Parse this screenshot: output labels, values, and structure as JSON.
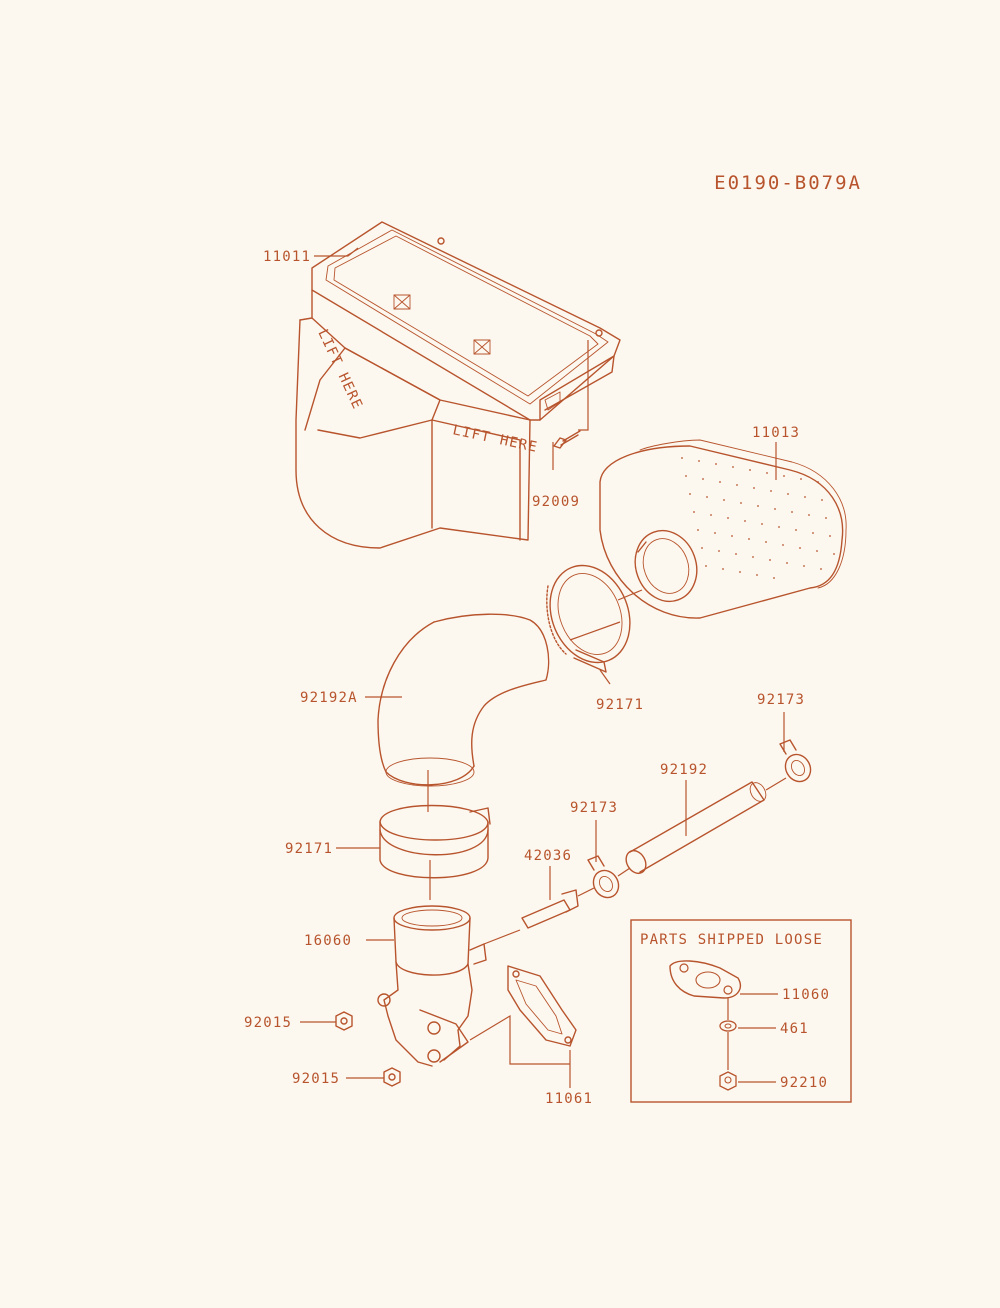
{
  "diagram_id": "E0190-B079A",
  "colors": {
    "ink": "#b8542d",
    "paper": "#fcf8ef"
  },
  "parts": {
    "air_cleaner_case": "11011",
    "bolt": "92009",
    "element": "11013",
    "clamp_upper": "92171",
    "hose_elbow": "92192A",
    "clamp_lower": "92171",
    "clamp_small_right": "92173",
    "hose_breather": "92192",
    "clamp_small_left": "92173",
    "pipe": "42036",
    "intake_elbow": "16060",
    "nut_upper": "92015",
    "nut_lower": "92015",
    "gasket": "11061"
  },
  "loose_box": {
    "heading": "PARTS SHIPPED LOOSE",
    "gasket": "11060",
    "washer": "461",
    "nut": "92210"
  },
  "case_text": {
    "side": "LIFT HERE",
    "front": "LIFT HERE"
  }
}
